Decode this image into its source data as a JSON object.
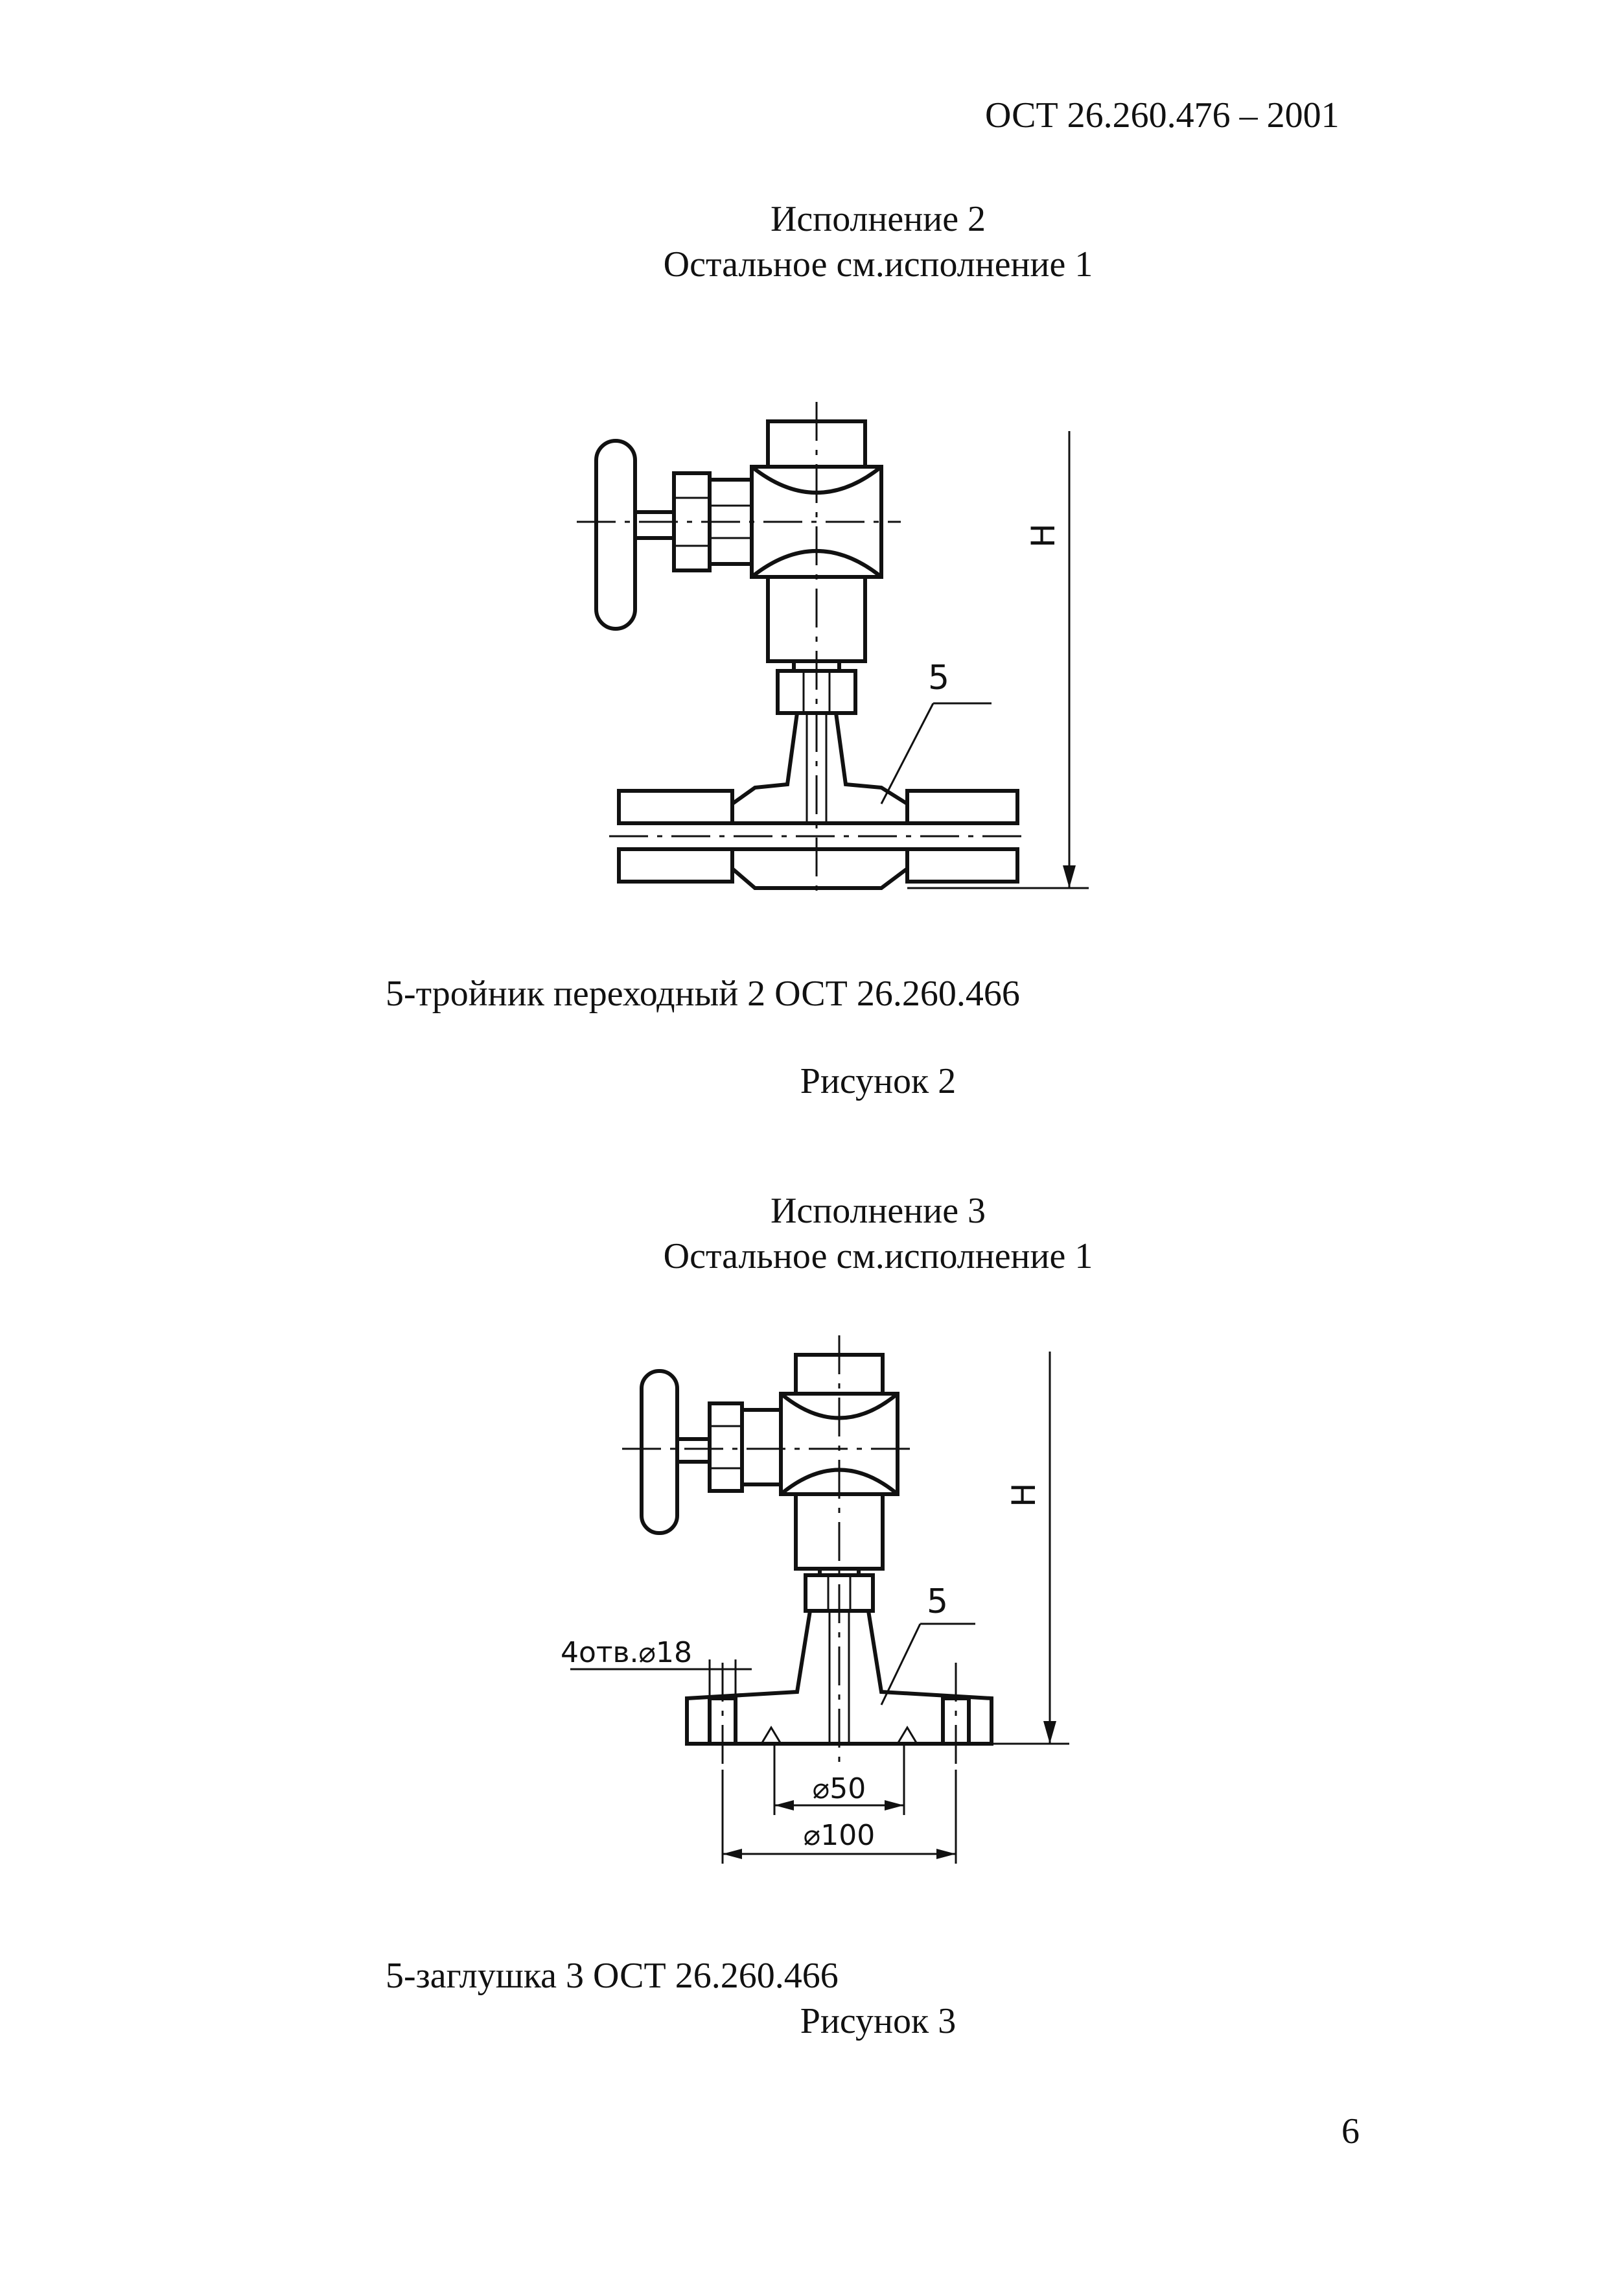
{
  "header": {
    "doc_number": "ОСТ 26.260.476 – 2001"
  },
  "figure2": {
    "title": "Исполнение 2",
    "subtitle": "Остальное см.исполнение 1",
    "callout": "5",
    "dimension": "H",
    "legend": "5-тройник переходный 2 ОСТ 26.260.466",
    "caption": "Рисунок 2"
  },
  "figure3": {
    "title": "Исполнение 3",
    "subtitle": "Остальное см.исполнение 1",
    "callout": "5",
    "dimension": "H",
    "holes": "4отв.⌀18",
    "dim_inner": "⌀50",
    "dim_outer": "⌀100",
    "legend": "5-заглушка 3 ОСТ 26.260.466",
    "caption": "Рисунок 3"
  },
  "footer": {
    "page_number": "6"
  }
}
